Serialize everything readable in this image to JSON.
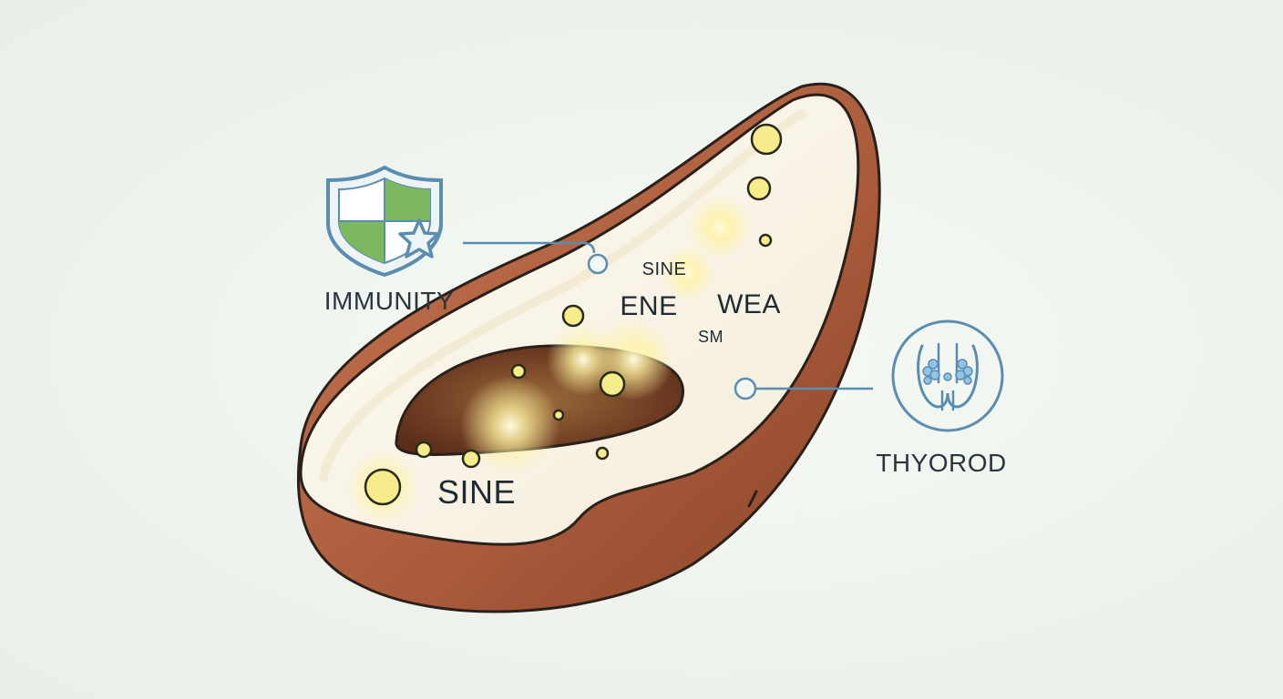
{
  "labels": {
    "immunity": "IMMUNITY",
    "thyroid": "THYOROD",
    "inner_top": "SINE",
    "inner_mid_left": "ENE",
    "inner_mid_right": "WEA",
    "inner_small": "SM",
    "inner_bottom": "SINE"
  },
  "icons": {
    "immunity": "shield-star-icon",
    "thyroid": "thyroid-gland-icon"
  },
  "colors": {
    "background": "#edf3ec",
    "shell": "#a8573a",
    "flesh": "#f8f4ea",
    "kernel": "#6e3c22",
    "accent_line": "#5a8db0",
    "shield_green": "#7cb85f",
    "glow": "#fff3a0"
  }
}
